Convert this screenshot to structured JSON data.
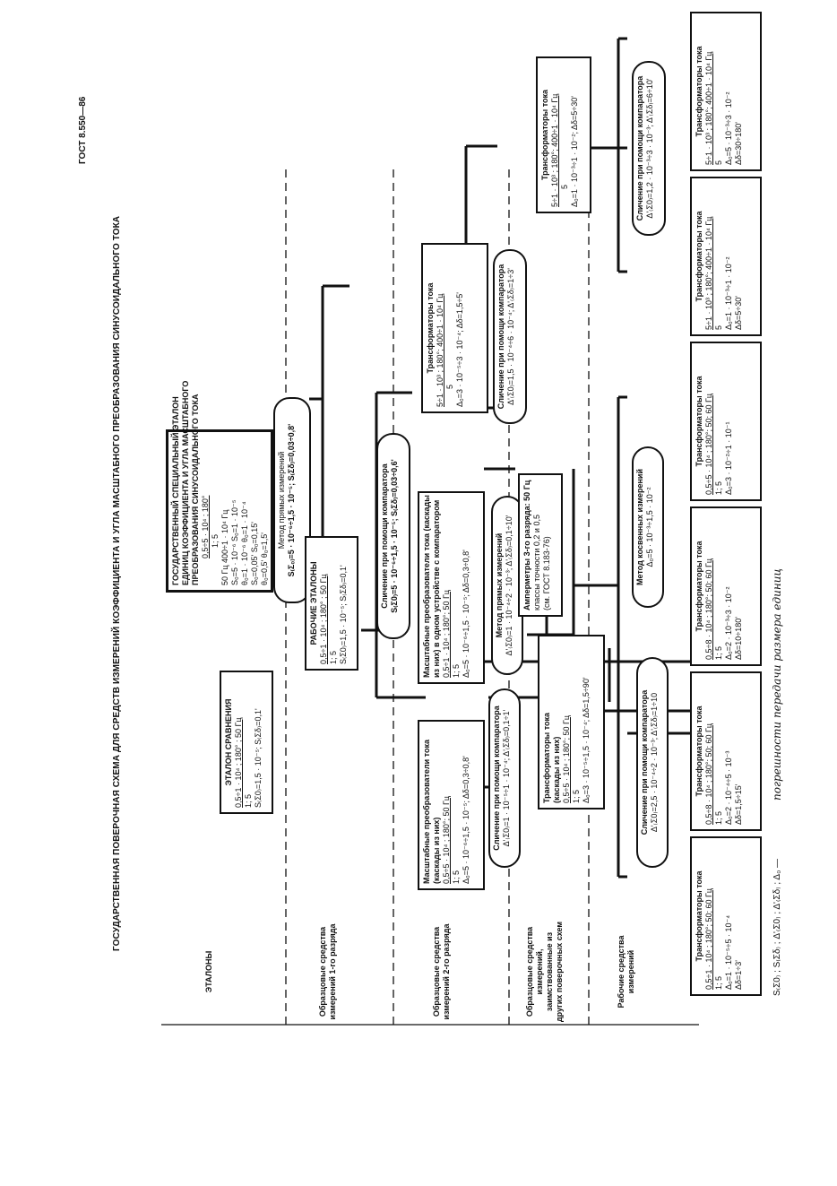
{
  "header": {
    "gost": "ГОСТ 8.550—86",
    "title": "ГОСУДАРСТВЕННАЯ ПОВЕРОЧНАЯ СХЕМА ДЛЯ СРЕДСТВ ИЗМЕРЕНИЙ КОЭФФИЦИЕНТА И УГЛА МАСШТАБНОГО ПРЕОБРАЗОВАНИЯ СИНУСОИДАЛЬНОГО ТОКА"
  },
  "levels": {
    "etalons": "ЭТАЛОНЫ",
    "rank1": "Образцовые средства измерений 1-го разряда",
    "rank2": "Образцовые средства измерений 2-го разряда",
    "borrowed": "Образцовые средства измерений, заимствованные из других поверочных схем",
    "working": "Рабочие средства измерений"
  },
  "primary": {
    "l1": "ГОСУДАРСТВЕННЫЙ СПЕЦИАЛЬНЫЙ ЭТАЛОН",
    "l2": "ЕДИНИЦ КОЭФФИЦИЕНТА И УГЛА МАСШТАБНОГО",
    "l3": "ПРЕОБРАЗОВАНИЯ СИНУСОИДАЛЬНОГО ТОКА",
    "l4": "0,5÷5 · 10⁴ ; 180°",
    "l5": "1; 5",
    "l6": "50 Гц                         400÷1 · 10⁴ Гц",
    "l7": "S₀=5 · 10⁻⁶                    S₀=1 · 10⁻⁵",
    "l8": "θ₀=1 · 10⁻⁶                    θ₀=1 · 10⁻⁴",
    "l9": "S₀=0,05'                      S₀=0,15'",
    "l10": "θ₀=0,5'                        θ₀=1,5'"
  },
  "method_direct_top": {
    "l1": "Метод прямых измерений",
    "l2": "S₍Σ₀₎=5 · 10⁻⁶÷1,5 · 10⁻⁵;   S₍Σδ₎=0,03÷0,8'"
  },
  "working_etalons": {
    "l1": "РАБОЧИЕ ЭТАЛОНЫ",
    "l2": "0,5÷1 · 10⁴ ;  180° ;  50 Гц",
    "l3": "1; 5",
    "l4": "S₍Σ0₎=1,5 · 10⁻⁵;  S₍Σδ₎=0,1'"
  },
  "comparison_etalon": {
    "l1": "ЭТАЛОН СРАВНЕНИЯ",
    "l2": "0,5÷1 · 10⁴  ;  180° ;  50 Гц",
    "l3": "1; 5",
    "l4": "S₍Σ0₎=1,5 · 10⁻⁵;  S₍Σδ₎=0,1'"
  },
  "comparator_1": {
    "l1": "Сличение при помощи компаратора",
    "l2": "S₍Σ0₎=5 · 10⁻⁶÷1,5 · 10⁻⁵;  S₍Σδ₎=0,03÷0,6'"
  },
  "scale_converters_1": {
    "l1": "Масштабные преобразователи тока",
    "l2": "(каскады из них)",
    "l3": "0,5÷5 · 10⁴  ;  180°; 50 Гц",
    "l4": "1; 5",
    "l5": "Δ₀=5 · 10⁻⁶÷1,5 · 10⁻⁵;   Δδ=0,3÷0,8'"
  },
  "scale_converters_2": {
    "l1": "Масштабные преобразователи тока (каскады",
    "l2": "из них) в одном устройстве с компаратором",
    "l3": "0,5÷1 · 10⁴ ; 180°; 50 Гц",
    "l4": "1; 5",
    "l5": "Δ₀=5 · 10⁻⁶÷1,5 · 10⁻⁵; Δδ=0,3÷0,8'"
  },
  "transformers_r1": {
    "l1": "Трансформаторы тока",
    "l2": "5÷1 · 10³ ; 180°; 400÷1 · 10⁴ Гц",
    "l3": "5",
    "l4": "Δ₀=3 · 10⁻⁵÷3 · 10⁻⁴; Δδ=1,5÷5'"
  },
  "comparator_r2_a": {
    "l1": "Сличение при помощи компаратора",
    "l2": "Δ'₍Σ0₎=1 · 10⁻⁵÷1 · 10⁻⁴; Δ'₍Σδ₎=0,1÷1'"
  },
  "method_direct_r2": {
    "l1": "Метод прямых измерений",
    "l2": "Δ'₍Σ0₎=1 · 10⁻⁴÷2 · 10⁻³;  Δ'₍Σδ₎=0,1÷10'"
  },
  "comparator_r2_c": {
    "l1": "Сличение при помощи компаратора",
    "l2": "Δ'₍Σ0₎=1,5 · 10⁻⁴÷6 · 10⁻⁴;  Δ'₍Σδ₎=1÷3'"
  },
  "transformers_r2": {
    "l1": "Трансформаторы тока",
    "l2": "(каскады из них)",
    "l3": "0,5÷5 · 10⁴  ; 180°; 50 Гц",
    "l4": "1; 5",
    "l5": "Δ₀=3 · 10⁻⁵÷1,5 · 10⁻⁴; Δδ=1,5÷90'"
  },
  "ammeters": {
    "l1": "Амперметры 3-го разряда: 50 Гц",
    "l2": "классы точности 0,2 и 0,5",
    "l3": "(см. ГОСТ 8.183-76)"
  },
  "transformers_r2_right": {
    "l1": "Трансформаторы тока",
    "l2": "5÷1 · 10³ ; 180°; 400÷1 · 10⁴ Гц",
    "l3": "5",
    "l4": "Δ₀=1 · 10⁻³÷1 · 10⁻²; Δδ=5÷30'"
  },
  "comparator_w_a": {
    "l1": "Сличение при помощи компаратора",
    "l2": "Δ'₍Σ0₎=2,5 · 10⁻⁴÷2 · 10⁻³;  Δ'₍Σδ₎=1÷10"
  },
  "method_indirect": {
    "l1": "Метод косвенных измерений",
    "l2": "Δ₀=5 · 10⁻³÷1,5 · 10⁻²"
  },
  "comparator_w_c": {
    "l1": "Сличение при помощи компаратора",
    "l2": "Δ'₍Σ0₎=1,2 · 10⁻³÷3 · 10⁻³;  Δ'₍Σδ₎=6÷10'"
  },
  "working_boxes": [
    {
      "l1": "Трансформаторы тока",
      "l2": "0,5÷1 · 10⁴ ; 180°; 50; 60 Гц",
      "l3": "1; 5",
      "l4": "Δ₀=1 · 10⁻⁵÷5 · 10⁻⁴",
      "l5": "Δδ=1÷3'"
    },
    {
      "l1": "Трансформаторы тока",
      "l2": "0,5÷8 · 10⁴ ; 180°; 50; 60 Гц",
      "l3": "1; 5",
      "l4": "Δ₀=2 · 10⁻⁴÷5 · 10⁻³",
      "l5": "Δδ=1,5÷15'"
    },
    {
      "l1": "Трансформаторы тока",
      "l2": "0,5÷8 · 10⁴ ; 180°; 50; 60 Гц",
      "l3": "1; 5",
      "l4": "Δ₀=2 · 10⁻³÷3 · 10⁻²",
      "l5": "Δδ=10÷180'"
    },
    {
      "l1": "Трансформаторы тока",
      "l2": "0,5÷5 · 10⁴ ; 180°; 50; 60 Гц",
      "l3": "1; 5",
      "l4": "Δ₀=3 · 10⁻²÷1 · 10⁻¹",
      "l5": ""
    },
    {
      "l1": "Трансформаторы тока",
      "l2": "5÷1 · 10³ ; 180°; 400÷1 · 10⁴ Гц",
      "l3": "5",
      "l4": "Δ₀=1 · 10⁻³÷1 · 10⁻²",
      "l5": "Δδ=5÷30'"
    },
    {
      "l1": "Трансформаторы тока",
      "l2": "5÷1 · 10³ ; 180°; 400÷1 · 10⁴ Гц",
      "l3": "5",
      "l4": "Δ₀=5 · 10⁻³÷3 · 10⁻²",
      "l5": "Δδ=30÷180'"
    }
  ],
  "footnote": {
    "formula": "S₍Σ0₎ ; S₍Σδ₎ ; Δ'₍Σ0₎ ; Δ'₍Σδ₎ ; Δ₀ —",
    "handwritten": "погрешности передачи размера единиц"
  }
}
